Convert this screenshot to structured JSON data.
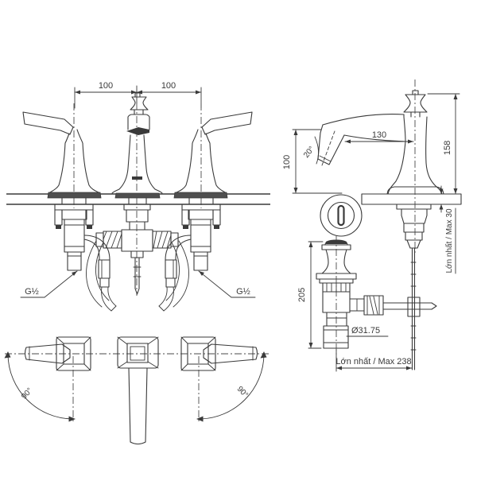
{
  "colors": {
    "line": "#3a3a3a",
    "background": "#ffffff"
  },
  "labels": {
    "front": {
      "pitch_left": "100",
      "pitch_right": "100",
      "thread_left": "G½",
      "thread_right": "G½"
    },
    "side": {
      "reach": "130",
      "height": "158",
      "spout_height": "100",
      "angle": "20°",
      "deck_max": "Lớn nhất / Max 30"
    },
    "drain": {
      "height": "205",
      "diameter": "Ø31.75",
      "rod_max": "Lớn nhất / Max 238"
    },
    "plan": {
      "rotation_left": "90°",
      "rotation_right": "90°"
    }
  }
}
